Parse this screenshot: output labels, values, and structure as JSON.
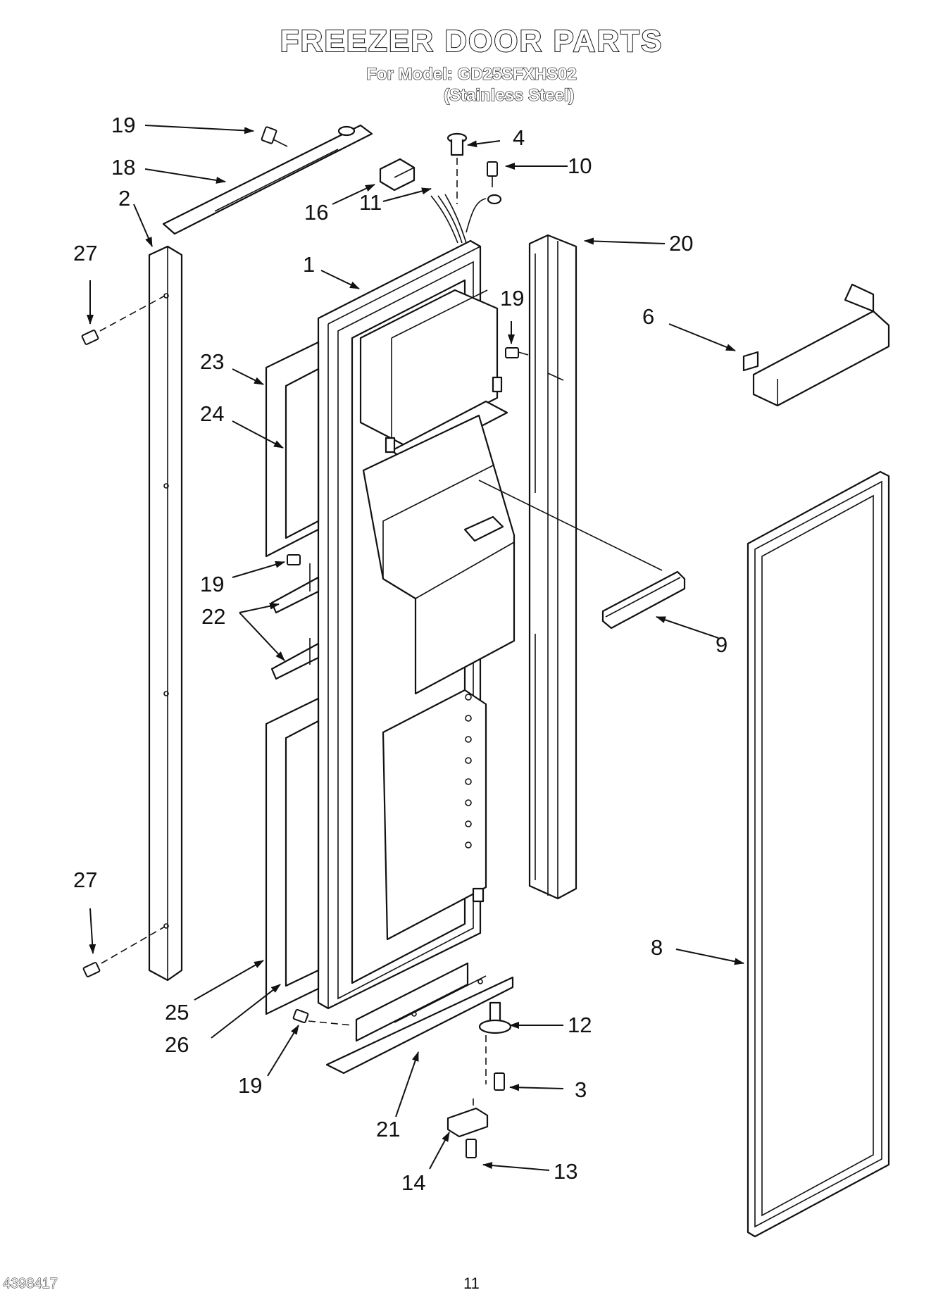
{
  "header": {
    "title": "FREEZER DOOR PARTS",
    "model": "For Model: GD25SFXHS02",
    "finish": "(Stainless Steel)"
  },
  "callouts": [
    {
      "id": "c19a",
      "label": "19"
    },
    {
      "id": "c18",
      "label": "18"
    },
    {
      "id": "c2",
      "label": "2"
    },
    {
      "id": "c27a",
      "label": "27"
    },
    {
      "id": "c4",
      "label": "4"
    },
    {
      "id": "c10",
      "label": "10"
    },
    {
      "id": "c16",
      "label": "16"
    },
    {
      "id": "c11",
      "label": "11"
    },
    {
      "id": "c20",
      "label": "20"
    },
    {
      "id": "c1",
      "label": "1"
    },
    {
      "id": "c19b",
      "label": "19"
    },
    {
      "id": "c6",
      "label": "6"
    },
    {
      "id": "c23",
      "label": "23"
    },
    {
      "id": "c24",
      "label": "24"
    },
    {
      "id": "c19c",
      "label": "19"
    },
    {
      "id": "c22",
      "label": "22"
    },
    {
      "id": "c9",
      "label": "9"
    },
    {
      "id": "c27b",
      "label": "27"
    },
    {
      "id": "c8",
      "label": "8"
    },
    {
      "id": "c25",
      "label": "25"
    },
    {
      "id": "c26",
      "label": "26"
    },
    {
      "id": "c12",
      "label": "12"
    },
    {
      "id": "c19d",
      "label": "19"
    },
    {
      "id": "c3",
      "label": "3"
    },
    {
      "id": "c21",
      "label": "21"
    },
    {
      "id": "c13",
      "label": "13"
    },
    {
      "id": "c14",
      "label": "14"
    }
  ],
  "footer": {
    "doc_number": "4398417",
    "page_number": "11"
  }
}
